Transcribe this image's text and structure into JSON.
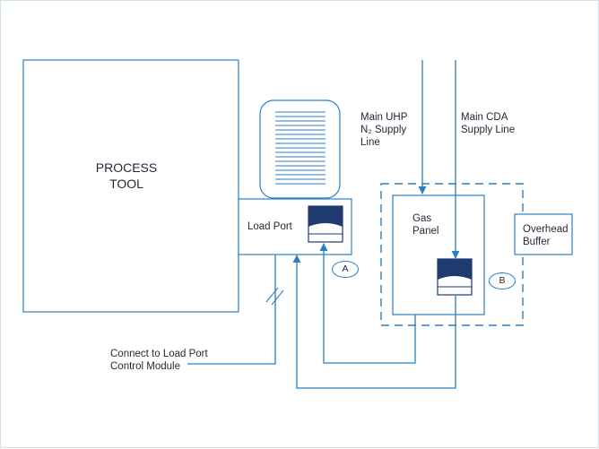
{
  "colors": {
    "line": "#2a7fc4",
    "accent": "#1f3a6e",
    "text": "#1f2733"
  },
  "process_tool": {
    "lines": [
      "PROCESS",
      "TOOL"
    ]
  },
  "load_port": {
    "label": "Load Port",
    "badge": "A"
  },
  "gas_panel": {
    "lines": [
      "Gas",
      "Panel"
    ],
    "badge": "B"
  },
  "overhead_buffer": {
    "lines": [
      "Overhead",
      "Buffer"
    ]
  },
  "n2_line": {
    "lines": [
      "Main UHP",
      "N₂ Supply",
      "Line"
    ]
  },
  "cda_line": {
    "lines": [
      "Main CDA",
      "Supply Line"
    ]
  },
  "control_module": {
    "lines": [
      "Connect to Load Port",
      "Control Module"
    ]
  }
}
